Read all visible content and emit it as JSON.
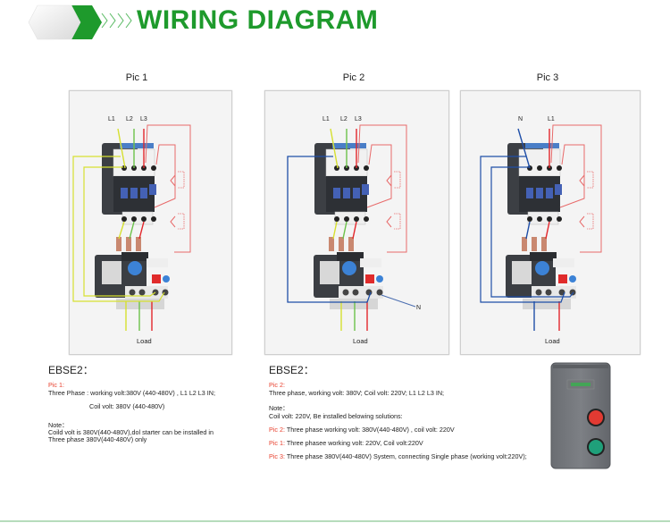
{
  "header": {
    "title": "WIRING DIAGRAM",
    "brand_color": "#1e9a2c"
  },
  "pics": [
    {
      "label": "Pic 1",
      "wire_labels": [
        "L1",
        "L2",
        "L3"
      ],
      "load_label": "Load",
      "coil_wire_color": "#d6e030"
    },
    {
      "label": "Pic 2",
      "wire_labels": [
        "L1",
        "L2",
        "L3"
      ],
      "load_label": "Load",
      "neutral_label": "N",
      "coil_wire_color": "#1f4fa8"
    },
    {
      "label": "Pic 3",
      "wire_labels": [
        "N",
        "L1"
      ],
      "load_label": "Load",
      "coil_wire_color": "#1f4fa8"
    }
  ],
  "left_desc": {
    "heading": "EBSE2：",
    "pic_tag": "Pic 1:",
    "line1": "Three Phase : working volt:380V (440-480V) , L1 L2 L3 IN;",
    "line2": "Coil volt: 380V (440-480V)",
    "note_label": "Note：",
    "note1": "Coild volt is 380V(440-480V),dol starter can be installed in",
    "note2": "Three phase  380V(440-480V) only"
  },
  "right_desc": {
    "heading": "EBSE2：",
    "pic_tag": "Pic 2:",
    "line1": "Three phase, working volt: 380V; Coil volt: 220V;  L1 L2 L3 IN;",
    "note_label": "Note：",
    "note1": "Coil volt: 220V,  Be installed belowing solutions:",
    "solutions": [
      {
        "tag": "Pic 2:",
        "text": " Three phase  working volt: 380V(440-480V) , coil volt: 220V"
      },
      {
        "tag": "Pic 1:",
        "text": " Three phasee  working volt: 220V, Coil volt:220V"
      },
      {
        "tag": "Pic 3:",
        "text": " Three phase 380V(440-480V) System,  connecting Single phase (working volt:220V);"
      }
    ]
  },
  "colors": {
    "accent_red": "#e8402e",
    "wire_yellow": "#d6e030",
    "wire_green": "#6cc24a",
    "wire_red": "#e3262b",
    "wire_blue": "#1f4fa8",
    "control_red": "#e86a6a",
    "button_stop": "#e23a32",
    "button_start": "#1fa07a"
  }
}
